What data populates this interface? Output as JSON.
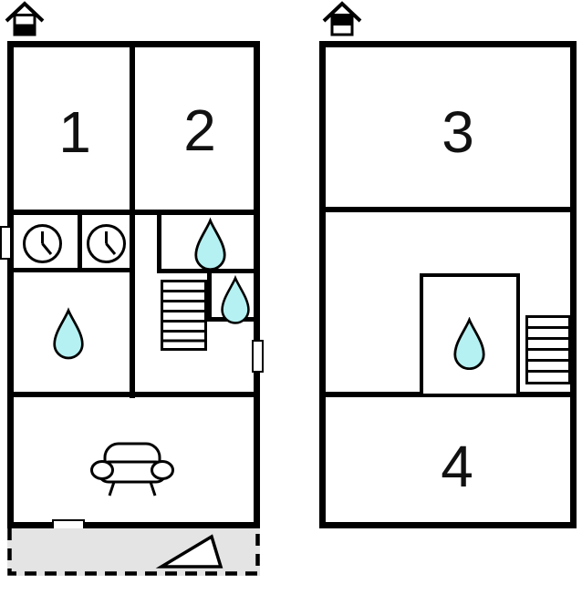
{
  "rooms": {
    "r1": "1",
    "r2": "2",
    "r3": "3",
    "r4": "4"
  },
  "colors": {
    "wall": "#000000",
    "water_drop_fill": "#b5f1f2",
    "terrace_fill": "#e4e4e4",
    "paper": "#ffffff"
  },
  "icons": {
    "house_ground": "house-ground-floor-icon",
    "house_upper": "house-upper-floor-icon",
    "clock": "clock-icon",
    "water_drop": "water-drop-icon",
    "stairs": "stairs-icon",
    "sofa": "sofa-icon",
    "slope": "slope-triangle-icon",
    "door": "door-opening",
    "window": "window-opening"
  }
}
